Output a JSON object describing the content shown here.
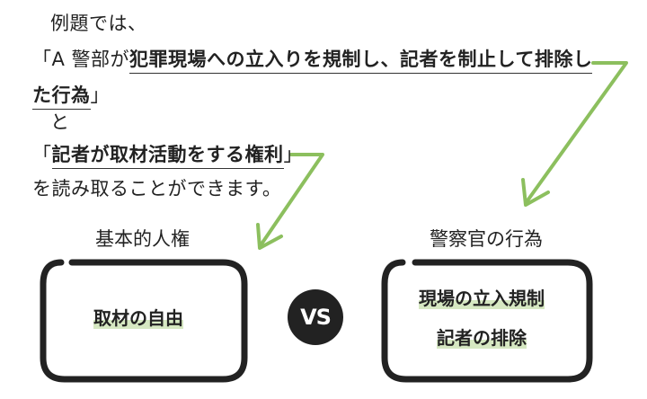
{
  "text": {
    "line1": "例題では、",
    "line2_open": "「A 警部が",
    "line2_em": "犯罪現場への立入りを規制し、記者を制止して排除し",
    "line3_em": "た行為",
    "line3_close": "」",
    "line4": "と",
    "line5_open": "「",
    "line5_em": "記者が取材活動をする権利",
    "line5_close": "」",
    "line6": "を読み取ることができます。"
  },
  "diagram": {
    "left_label": "基本的人権",
    "left_box_text": "取材の自由",
    "vs": "VS",
    "right_label": "警察官の行為",
    "right_box_line1": "現場の立入規制",
    "right_box_line2": "記者の排除"
  },
  "colors": {
    "arrow": "#8cbf5e",
    "highlight": "#d6e8c2",
    "ink": "#222222"
  }
}
